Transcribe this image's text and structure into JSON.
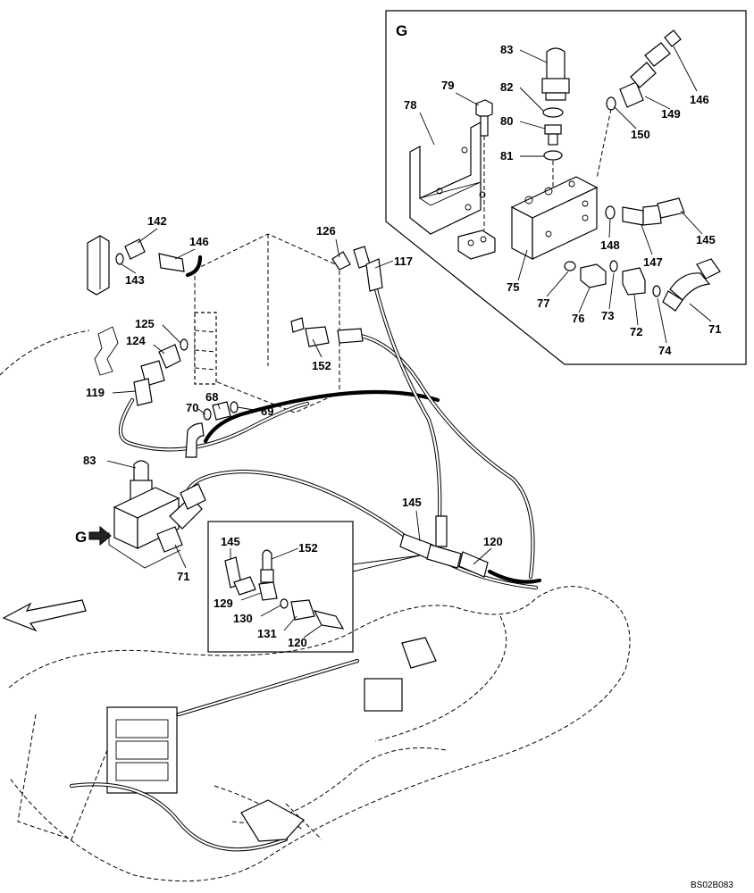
{
  "detail_g": {
    "title": "G",
    "labels": {
      "p83": "83",
      "p82": "82",
      "p79": "79",
      "p80": "80",
      "p81": "81",
      "p78": "78",
      "p146": "146",
      "p149": "149",
      "p150": "150",
      "p148": "148",
      "p147": "147",
      "p145": "145",
      "p75": "75",
      "p77": "77",
      "p76": "76",
      "p73": "73",
      "p72": "72",
      "p74": "74",
      "p71": "71"
    }
  },
  "main": {
    "labels": {
      "p142": "142",
      "p146": "146",
      "p143": "143",
      "p126": "126",
      "p117": "117",
      "p125": "125",
      "p124": "124",
      "p119": "119",
      "p152": "152",
      "p68": "68",
      "p70": "70",
      "p69": "69",
      "p83": "83",
      "p71": "71",
      "p145": "145",
      "p120": "120",
      "view_marker": "G"
    }
  },
  "inset": {
    "labels": {
      "p145": "145",
      "p152": "152",
      "p129": "129",
      "p130": "130",
      "p131": "131",
      "p120": "120"
    }
  },
  "drawing_code": "BS02B083"
}
